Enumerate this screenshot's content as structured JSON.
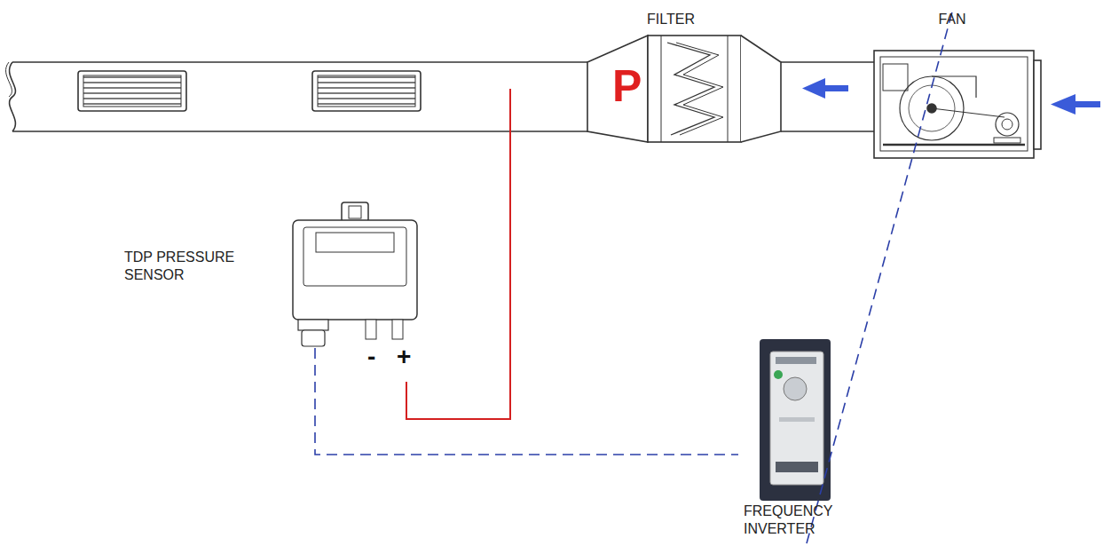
{
  "diagram": {
    "nodes": [
      {
        "text": [
          "FILTER"
        ]
      },
      {
        "text": [
          "FAN"
        ]
      },
      {
        "text": [
          "TDP PRESSURE SENSOR"
        ]
      },
      {
        "text": [
          "FREQUENCY INVERTER"
        ]
      }
    ],
    "edges": [
      {
        "from": 2,
        "to": 3,
        "arrow": "none"
      },
      {
        "from": 3,
        "to": 1,
        "arrow": "none"
      }
    ],
    "labels": [
      "P",
      "-",
      "+"
    ]
  }
}
